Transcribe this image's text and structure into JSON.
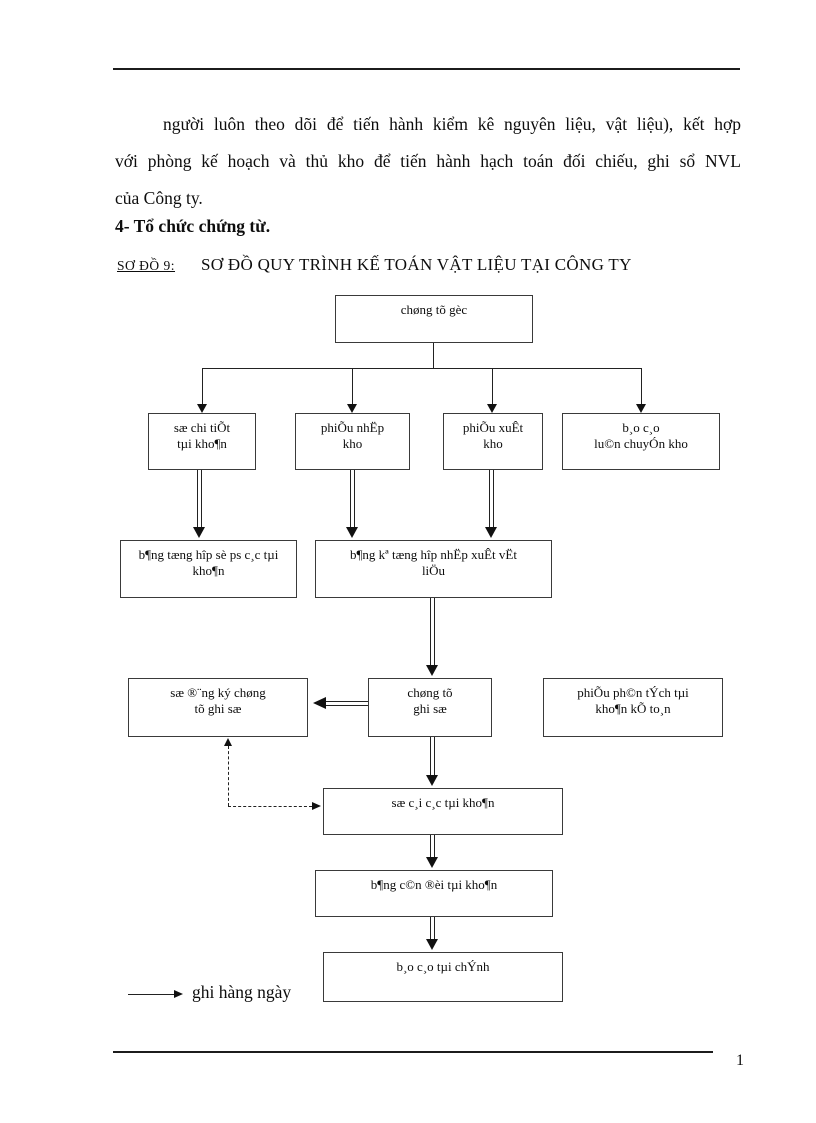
{
  "document": {
    "paragraph": [
      "người luôn theo dõi để tiến hành kiểm kê nguyên liệu, vật liệu), kết hợp",
      "với phòng kế hoạch và thủ kho để tiến hành hạch toán đối chiếu, ghi sổ NVL",
      "của Công ty."
    ],
    "heading": "4- Tổ chức chứng từ.",
    "caption_label": "SƠ ĐỒ 9:",
    "caption_title": "SƠ ĐỒ QUY TRÌNH KẾ TOÁN VẬT LIỆU TẠI CÔNG TY",
    "page_number": "1"
  },
  "flowchart": {
    "boxes": {
      "chung_tu_goc": "chøng tõ gèc",
      "so_chi_tiet": "sæ chi tiÕt\ntµi kho¶n",
      "phieu_nhap": "phiÕu nhËp\nkho",
      "phieu_xuat": "phiÕu xuÊt\nkho",
      "bao_cao_luan_chuyen": "b¸o c¸o\nlu©n chuyÓn kho",
      "bang_tong_hop": "b¶ng tæng hîp sè ps c¸c tµi\nkho¶n",
      "bang_ke": "b¶ng kª tæng hîp nhËp xuÊt vËt\nliÖu",
      "so_dang_ky": "sæ ®¨ng ký chøng\ntõ ghi sæ",
      "chung_tu_ghi_so": "chøng tõ\nghi sæ",
      "phieu_phan_tich": "phiÕu ph©n tÝch tµi\nkho¶n kÕ to¸n",
      "so_cai": "sæ c¸i c¸c tµi kho¶n",
      "bang_can_doi": "b¶ng c©n ®èi tµi kho¶n",
      "bao_cao_tai_chinh": "b¸o c¸o tµi chÝnh"
    },
    "legend_daily": "ghi hàng ngày"
  }
}
